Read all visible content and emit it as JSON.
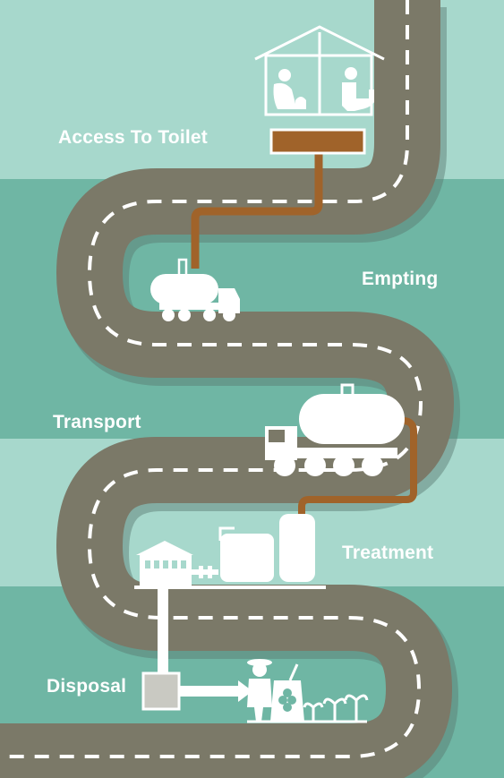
{
  "stages": [
    {
      "id": "access",
      "label": "Access To Toilet",
      "color": "#a7d8cc"
    },
    {
      "id": "empting",
      "label": "Empting",
      "color": "#6fb6a4"
    },
    {
      "id": "transport",
      "label": "Transport",
      "color": "#6fb6a4"
    },
    {
      "id": "treatment",
      "label": "Treatment",
      "color": "#a7d8cc"
    },
    {
      "id": "disposal",
      "label": "Disposal",
      "color": "#6fb6a4"
    }
  ],
  "colors": {
    "road": "#7b7968",
    "road_shadow": "#58786e",
    "lane_marking": "#ffffff",
    "sludge_pipe": "#a0632a",
    "icon": "#ffffff",
    "band_light": "#a7d8cc",
    "band_dark": "#6fb6a4"
  },
  "icons": [
    "house-toilet-icon",
    "small-truck-icon",
    "tanker-truck-icon",
    "treatment-plant-icon",
    "farmer-icon",
    "fertilizer-bag-icon",
    "seedlings-icon"
  ]
}
